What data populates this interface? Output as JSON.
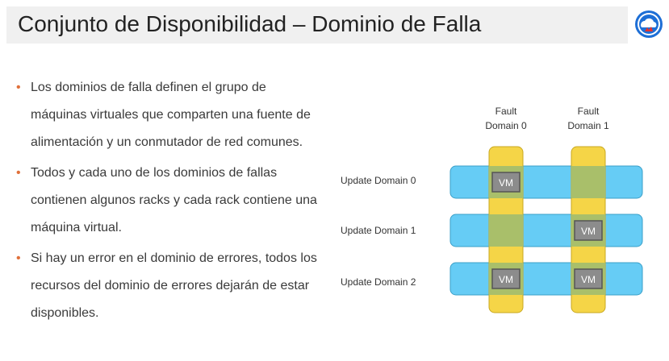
{
  "title": "Conjunto de Disponibilidad – Dominio de Falla",
  "logo": {
    "icon": "cloud-logo-icon",
    "colors": {
      "circle": "#1e6fd6",
      "cloud": "#ffffff",
      "accent": "#e8332a"
    }
  },
  "bullets": [
    "Los dominios de falla definen el grupo de máquinas virtuales que comparten una fuente de alimentación y un conmutador de red comunes.",
    "Todos y cada uno de los dominios de fallas contienen algunos racks y cada rack contiene una máquina virtual.",
    "Si hay un error en el dominio de errores, todos los recursos del dominio de errores dejarán de estar disponibles."
  ],
  "bullet_marker": "•",
  "diagram": {
    "fault_domains": [
      {
        "line1": "Fault",
        "line2": "Domain 0"
      },
      {
        "line1": "Fault",
        "line2": "Domain 1"
      }
    ],
    "update_domains": [
      "Update Domain 0",
      "Update Domain 1",
      "Update Domain 2"
    ],
    "vm_label": "VM",
    "colors": {
      "update_bar": "#66ccf5",
      "fault_bar": "#f5d547",
      "overlap": "#a9bf6a",
      "vm_box": "#8c8c8c"
    }
  }
}
